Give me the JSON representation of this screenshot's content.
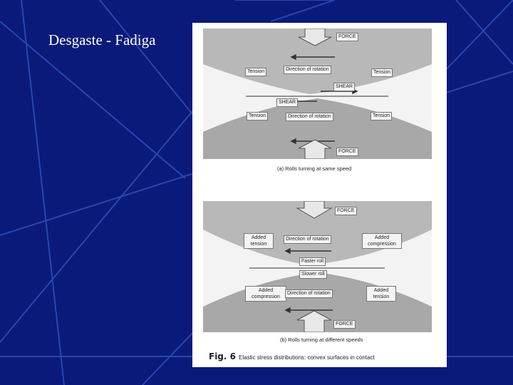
{
  "slide": {
    "title": "Desgaste - Fadiga",
    "colors": {
      "background": "#0a1a7a",
      "line": "#2d4fb8",
      "panel_gray": "#a8a8a8"
    }
  },
  "figure": {
    "panel_a": {
      "force_top": "FORCE",
      "direction_top": "Direction of rotation",
      "tension_left_top": "Tension",
      "tension_right_top": "Tension",
      "shear_right": "SHEAR",
      "shear_left": "SHEAR",
      "tension_left_bottom": "Tension",
      "direction_bottom": "Direction of rotation",
      "tension_right_bottom": "Tension",
      "force_bottom": "FORCE",
      "caption": "(a) Rolls turning at same speed"
    },
    "panel_b": {
      "force_top": "FORCE",
      "added_tension_left": "Added tension",
      "direction_top": "Direction of rotation",
      "added_compression_right": "Added compression",
      "faster_roll": "Faster roll",
      "slower_roll": "Slower roll",
      "added_compression_left": "Added compression",
      "direction_bottom": "Direction of rotation",
      "added_tension_right": "Added tension",
      "force_bottom": "FORCE",
      "caption": "(b) Rolls turning at different speeds"
    },
    "fig_number": "Fig. 6",
    "fig_caption": "Elastic stress distributions: convex surfaces in contact"
  }
}
